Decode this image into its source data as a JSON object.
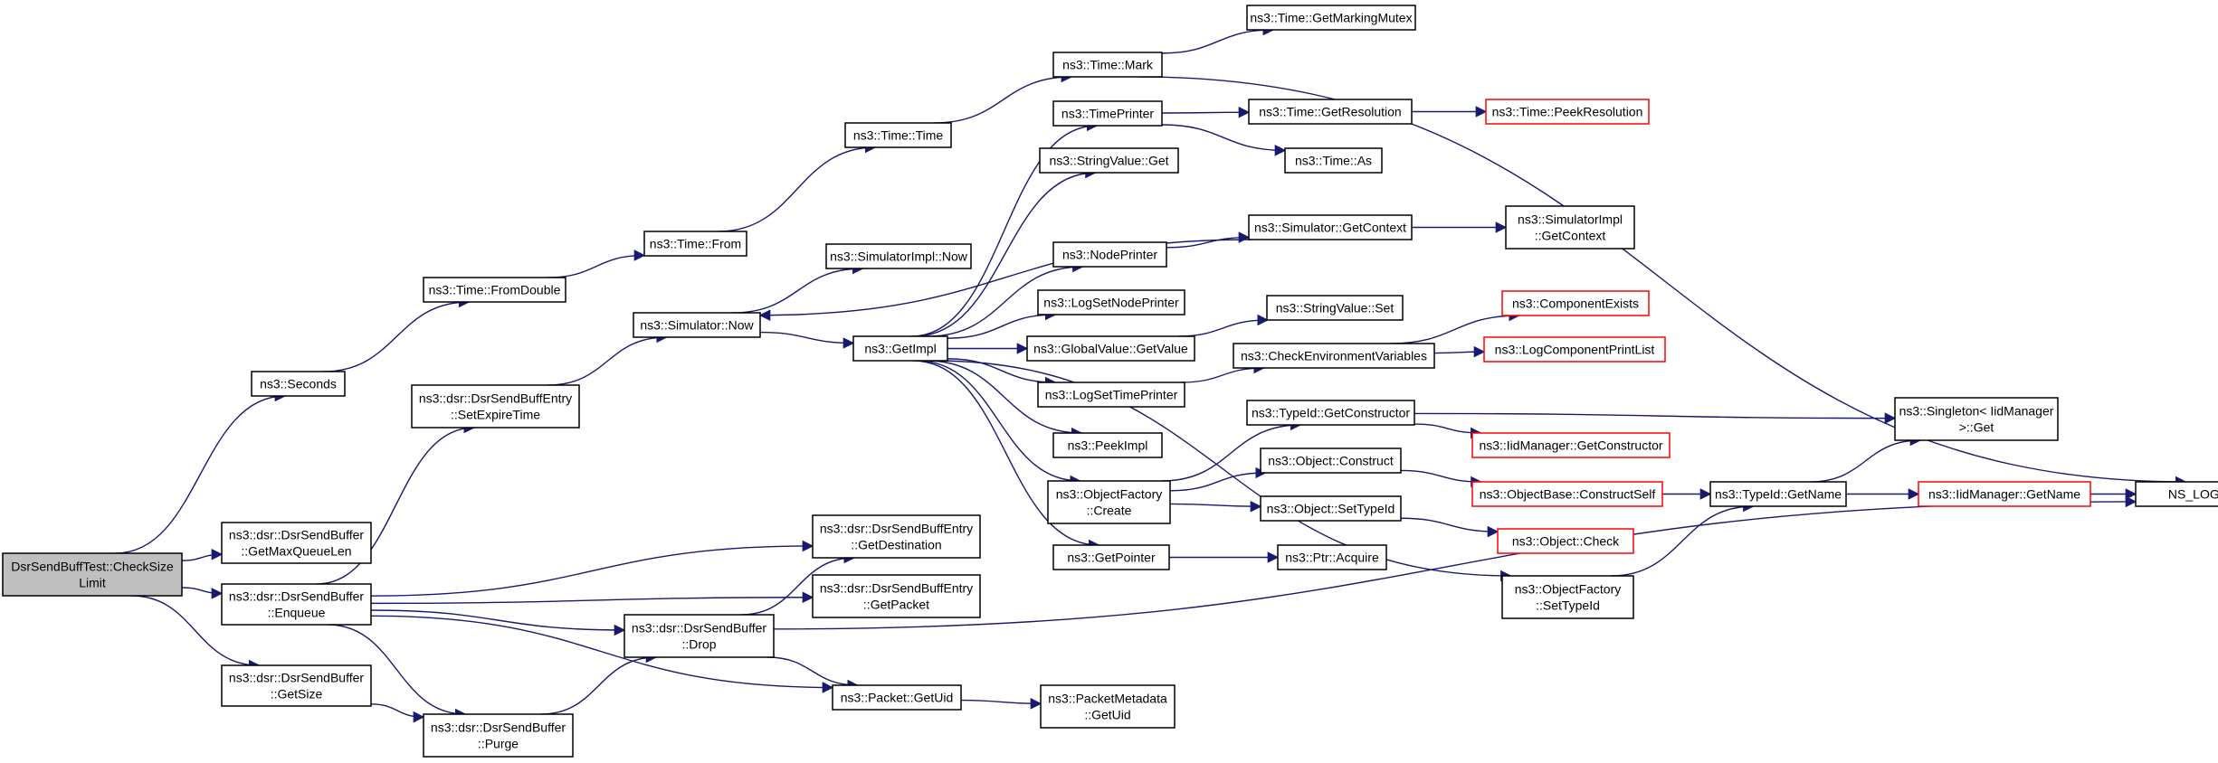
{
  "colors": {
    "edge": "#191970",
    "node_border": "#000000",
    "node_truncated_border": "#ff0000",
    "root_fill": "#bfbfbf",
    "node_fill": "#ffffff"
  },
  "nodes": [
    {
      "id": "root",
      "lines": [
        "DsrSendBuffTest::CheckSize",
        "Limit"
      ],
      "style": "root"
    },
    {
      "id": "seconds",
      "lines": [
        "ns3::Seconds"
      ],
      "style": "normal"
    },
    {
      "id": "getmaxqueuelen",
      "lines": [
        "ns3::dsr::DsrSendBuffer",
        "::GetMaxQueueLen"
      ],
      "style": "normal"
    },
    {
      "id": "enqueue",
      "lines": [
        "ns3::dsr::DsrSendBuffer",
        "::Enqueue"
      ],
      "style": "normal"
    },
    {
      "id": "getsize",
      "lines": [
        "ns3::dsr::DsrSendBuffer",
        "::GetSize"
      ],
      "style": "normal"
    },
    {
      "id": "setexpiretime",
      "lines": [
        "ns3::dsr::DsrSendBuffEntry",
        "::SetExpireTime"
      ],
      "style": "normal"
    },
    {
      "id": "fromdouble",
      "lines": [
        "ns3::Time::FromDouble"
      ],
      "style": "normal"
    },
    {
      "id": "purge",
      "lines": [
        "ns3::dsr::DsrSendBuffer",
        "::Purge"
      ],
      "style": "normal"
    },
    {
      "id": "drop",
      "lines": [
        "ns3::dsr::DsrSendBuffer",
        "::Drop"
      ],
      "style": "normal"
    },
    {
      "id": "simnow",
      "lines": [
        "ns3::Simulator::Now"
      ],
      "style": "normal"
    },
    {
      "id": "timefrom",
      "lines": [
        "ns3::Time::From"
      ],
      "style": "normal"
    },
    {
      "id": "simimplnow",
      "lines": [
        "ns3::SimulatorImpl::Now"
      ],
      "style": "normal"
    },
    {
      "id": "timetime",
      "lines": [
        "ns3::Time::Time"
      ],
      "style": "normal"
    },
    {
      "id": "getimpl",
      "lines": [
        "ns3::GetImpl"
      ],
      "style": "normal"
    },
    {
      "id": "getdestination",
      "lines": [
        "ns3::dsr::DsrSendBuffEntry",
        "::GetDestination"
      ],
      "style": "normal"
    },
    {
      "id": "getpacket",
      "lines": [
        "ns3::dsr::DsrSendBuffEntry",
        "::GetPacket"
      ],
      "style": "normal"
    },
    {
      "id": "packetgetuid",
      "lines": [
        "ns3::Packet::GetUid"
      ],
      "style": "normal"
    },
    {
      "id": "timemark",
      "lines": [
        "ns3::Time::Mark"
      ],
      "style": "normal"
    },
    {
      "id": "timeprinter",
      "lines": [
        "ns3::TimePrinter"
      ],
      "style": "normal"
    },
    {
      "id": "stringvalueget",
      "lines": [
        "ns3::StringValue::Get"
      ],
      "style": "normal"
    },
    {
      "id": "nodeprinter",
      "lines": [
        "ns3::NodePrinter"
      ],
      "style": "normal"
    },
    {
      "id": "logsetnodeprinter",
      "lines": [
        "ns3::LogSetNodePrinter"
      ],
      "style": "normal"
    },
    {
      "id": "globalvaluegetvalue",
      "lines": [
        "ns3::GlobalValue::GetValue"
      ],
      "style": "normal"
    },
    {
      "id": "logsettimeprinter",
      "lines": [
        "ns3::LogSetTimePrinter"
      ],
      "style": "normal"
    },
    {
      "id": "peekimpl",
      "lines": [
        "ns3::PeekImpl"
      ],
      "style": "normal"
    },
    {
      "id": "objectfactorycreate",
      "lines": [
        "ns3::ObjectFactory",
        "::Create"
      ],
      "style": "normal"
    },
    {
      "id": "getpointer",
      "lines": [
        "ns3::GetPointer"
      ],
      "style": "normal"
    },
    {
      "id": "packetmetadatagetuid",
      "lines": [
        "ns3::PacketMetadata",
        "::GetUid"
      ],
      "style": "normal"
    },
    {
      "id": "getmarkingmutex",
      "lines": [
        "ns3::Time::GetMarkingMutex"
      ],
      "style": "normal"
    },
    {
      "id": "getresolution",
      "lines": [
        "ns3::Time::GetResolution"
      ],
      "style": "normal"
    },
    {
      "id": "timeas",
      "lines": [
        "ns3::Time::As"
      ],
      "style": "normal"
    },
    {
      "id": "simgetcontext",
      "lines": [
        "ns3::Simulator::GetContext"
      ],
      "style": "normal"
    },
    {
      "id": "stringvalueset",
      "lines": [
        "ns3::StringValue::Set"
      ],
      "style": "normal"
    },
    {
      "id": "checkenvvars",
      "lines": [
        "ns3::CheckEnvironmentVariables"
      ],
      "style": "normal"
    },
    {
      "id": "typeidgetconstructor",
      "lines": [
        "ns3::TypeId::GetConstructor"
      ],
      "style": "normal"
    },
    {
      "id": "objectconstruct",
      "lines": [
        "ns3::Object::Construct"
      ],
      "style": "normal"
    },
    {
      "id": "objectsettypeid",
      "lines": [
        "ns3::Object::SetTypeId"
      ],
      "style": "normal"
    },
    {
      "id": "ptracquire",
      "lines": [
        "ns3::Ptr::Acquire"
      ],
      "style": "normal"
    },
    {
      "id": "objectfactorysettypeid",
      "lines": [
        "ns3::ObjectFactory",
        "::SetTypeId"
      ],
      "style": "normal"
    },
    {
      "id": "peekresolution",
      "lines": [
        "ns3::Time::PeekResolution"
      ],
      "style": "truncated"
    },
    {
      "id": "simimplgetcontext",
      "lines": [
        "ns3::SimulatorImpl",
        "::GetContext"
      ],
      "style": "normal"
    },
    {
      "id": "componentexists",
      "lines": [
        "ns3::ComponentExists"
      ],
      "style": "truncated"
    },
    {
      "id": "logcomponentprintlist",
      "lines": [
        "ns3::LogComponentPrintList"
      ],
      "style": "truncated"
    },
    {
      "id": "iidmanagergetconstructor",
      "lines": [
        "ns3::IidManager::GetConstructor"
      ],
      "style": "truncated"
    },
    {
      "id": "objectbaseconstructself",
      "lines": [
        "ns3::ObjectBase::ConstructSelf"
      ],
      "style": "truncated"
    },
    {
      "id": "objectcheck",
      "lines": [
        "ns3::Object::Check"
      ],
      "style": "truncated"
    },
    {
      "id": "typeidgetname",
      "lines": [
        "ns3::TypeId::GetName"
      ],
      "style": "normal"
    },
    {
      "id": "singletonget",
      "lines": [
        "ns3::Singleton< IidManager",
        " >::Get"
      ],
      "style": "normal"
    },
    {
      "id": "iidmanagergetname",
      "lines": [
        "ns3::IidManager::GetName"
      ],
      "style": "truncated"
    },
    {
      "id": "nslog",
      "lines": [
        "NS_LOG_LOGIC"
      ],
      "style": "normal"
    }
  ],
  "edges": [
    [
      "root",
      "seconds"
    ],
    [
      "root",
      "getmaxqueuelen"
    ],
    [
      "root",
      "enqueue"
    ],
    [
      "root",
      "getsize"
    ],
    [
      "seconds",
      "fromdouble"
    ],
    [
      "fromdouble",
      "timefrom"
    ],
    [
      "timefrom",
      "timetime"
    ],
    [
      "timetime",
      "timemark"
    ],
    [
      "timemark",
      "getmarkingmutex"
    ],
    [
      "timemark",
      "nslog"
    ],
    [
      "enqueue",
      "setexpiretime"
    ],
    [
      "enqueue",
      "getdestination"
    ],
    [
      "enqueue",
      "getpacket"
    ],
    [
      "enqueue",
      "drop"
    ],
    [
      "enqueue",
      "purge"
    ],
    [
      "enqueue",
      "packetgetuid"
    ],
    [
      "getsize",
      "purge"
    ],
    [
      "purge",
      "drop"
    ],
    [
      "drop",
      "getdestination"
    ],
    [
      "drop",
      "packetgetuid"
    ],
    [
      "drop",
      "nslog"
    ],
    [
      "setexpiretime",
      "simnow"
    ],
    [
      "simnow",
      "simimplnow"
    ],
    [
      "simnow",
      "getimpl"
    ],
    [
      "getimpl",
      "timeprinter"
    ],
    [
      "getimpl",
      "stringvalueget"
    ],
    [
      "getimpl",
      "nodeprinter"
    ],
    [
      "getimpl",
      "logsetnodeprinter"
    ],
    [
      "getimpl",
      "globalvaluegetvalue"
    ],
    [
      "getimpl",
      "logsettimeprinter"
    ],
    [
      "getimpl",
      "peekimpl"
    ],
    [
      "getimpl",
      "objectfactorycreate"
    ],
    [
      "getimpl",
      "getpointer"
    ],
    [
      "getimpl",
      "objectfactorysettypeid"
    ],
    [
      "timeprinter",
      "getresolution"
    ],
    [
      "timeprinter",
      "timeas"
    ],
    [
      "getresolution",
      "peekresolution"
    ],
    [
      "nodeprinter",
      "simgetcontext"
    ],
    [
      "simgetcontext",
      "simimplgetcontext"
    ],
    [
      "simgetcontext",
      "simnow"
    ],
    [
      "globalvaluegetvalue",
      "stringvalueset"
    ],
    [
      "logsettimeprinter",
      "checkenvvars"
    ],
    [
      "checkenvvars",
      "componentexists"
    ],
    [
      "checkenvvars",
      "logcomponentprintlist"
    ],
    [
      "objectfactorycreate",
      "typeidgetconstructor"
    ],
    [
      "objectfactorycreate",
      "objectconstruct"
    ],
    [
      "objectfactorycreate",
      "objectsettypeid"
    ],
    [
      "typeidgetconstructor",
      "singletonget"
    ],
    [
      "typeidgetconstructor",
      "iidmanagergetconstructor"
    ],
    [
      "objectconstruct",
      "objectbaseconstructself"
    ],
    [
      "objectsettypeid",
      "objectcheck"
    ],
    [
      "objectbaseconstructself",
      "typeidgetname"
    ],
    [
      "objectfactorysettypeid",
      "typeidgetname"
    ],
    [
      "typeidgetname",
      "singletonget"
    ],
    [
      "typeidgetname",
      "iidmanagergetname"
    ],
    [
      "iidmanagergetname",
      "nslog"
    ],
    [
      "getpointer",
      "ptracquire"
    ],
    [
      "packetgetuid",
      "packetmetadatagetuid"
    ]
  ]
}
